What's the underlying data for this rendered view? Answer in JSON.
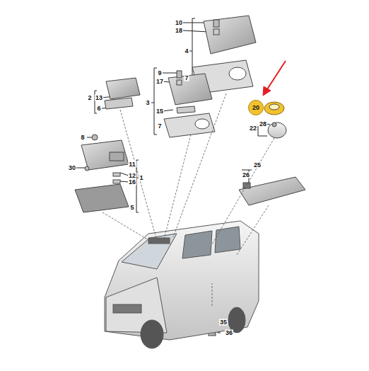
{
  "diagram": {
    "nodes": [
      {
        "text": [
          "20"
        ]
      }
    ],
    "labels": [
      "10",
      "18",
      "4",
      "7",
      "9",
      "17",
      "3",
      "15",
      "7",
      "2",
      "13",
      "6",
      "8",
      "11",
      "12",
      "16",
      "1",
      "30",
      "5",
      "22",
      "28",
      "25",
      "26",
      "35",
      "36"
    ]
  }
}
